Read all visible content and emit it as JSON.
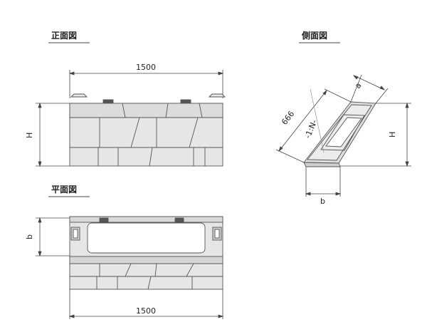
{
  "views": {
    "front": {
      "title": "正面図",
      "width_label": "1500",
      "height_label": "H"
    },
    "side": {
      "title": "側面図",
      "slant_label": "666",
      "slope_label": "-1:N-",
      "top_label": "a",
      "height_label": "H",
      "base_label": "b"
    },
    "plan": {
      "title": "平面図",
      "depth_label": "b",
      "width_label": "1500"
    }
  },
  "colors": {
    "line": "#444444",
    "block_face": "#e6e6e6",
    "block_dark": "#cfcfcf",
    "block_light": "#f2f2f2",
    "pad": "#555555"
  }
}
